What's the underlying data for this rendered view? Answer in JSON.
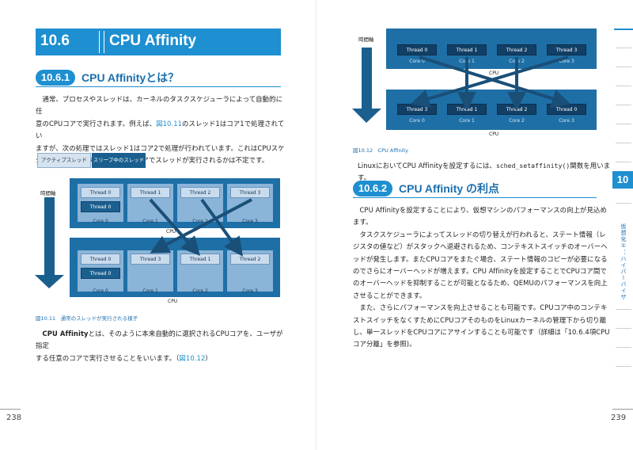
{
  "left_page": {
    "section": {
      "number": "10.6",
      "title": "CPU Affinity"
    },
    "subsection": {
      "number": "10.6.1",
      "title": "CPU Affinityとは？"
    },
    "para1": {
      "lines": [
        "通常、プロセスやスレッドは、カーネルのタスクスケジューラによって自動的に任",
        "意のCPUコアで実行されます。例えば、",
        "図10.11",
        "のスレッド1はコア1で処理されてい",
        "ますが、次の処理ではスレッド1はコア2で処理が行われています。これはCPUスケ",
        "ジューラによるものであり、どのコアでスレッドが実行されるかは不定です。"
      ]
    },
    "legend": {
      "active": "アクティブスレッド",
      "sleep": "スリープ中のスレッド"
    },
    "diagram": {
      "time_axis_label": "時間軸",
      "cpu_label": "CPU",
      "top_threads": [
        "Thread 0",
        "Thread 1",
        "Thread 2",
        "Thread 3"
      ],
      "sleeping_top": [
        "Thread 0"
      ],
      "bottom_threads": [
        "Thread 0",
        "Thread 3",
        "Thread 1",
        "Thread 2"
      ],
      "sleeping_bottom": [
        "Thread 0"
      ],
      "cores": [
        "Core 0",
        "Core 1",
        "Core 2",
        "Core 3"
      ]
    },
    "figure_caption": "図10.11　通常のスレッドが実行される様子",
    "para2": {
      "bold_term": "CPU Affinity",
      "line1_rest": "とは、そのように本来自動的に選択されるCPUコアを、ユーザが指定",
      "line2": "する任意のコアで実行させることをいいます。（",
      "link": "図10.12",
      "close": "）"
    },
    "page_number": "238"
  },
  "right_page": {
    "diagram": {
      "time_axis_label": "時間軸",
      "cpu_label": "CPU",
      "top_threads": [
        "Thread 0",
        "Thread 1",
        "Thread 2",
        "Thread 3"
      ],
      "bottom_threads": [
        "Thread 3",
        "Thread 1",
        "Thread 2",
        "Thread 0"
      ],
      "cores": [
        "Core 0",
        "Core 1",
        "Core 2",
        "Core 3"
      ]
    },
    "figure_caption": "図10.12　CPU Affinity",
    "intro": {
      "prefix": "LinuxにおいてCPU Affinityを設定するには、",
      "code": "sched_setaffinity()",
      "suffix": "関数を用います。"
    },
    "subsection": {
      "number": "10.6.2",
      "title": "CPU Affinity の利点"
    },
    "body_lines": [
      "　CPU Affinityを設定することにより、仮想マシンのパフォーマンスの向上が見込め",
      "ます。",
      "　タスクスケジューラによってスレッドの切り替えが行われると、ステート情報（レ",
      "ジスタの値など）がスタックへ退避されるため、コンテキストスイッチのオーバーヘ",
      "ッドが発生します。またCPUコアをまたぐ場合、ステート情報のコピーが必要になる",
      "のでさらにオーバーヘッドが増えます。CPU Affinityを設定することでCPUコア間で",
      "のオーバーヘッドを抑制することが可能となるため、QEMUのパフォーマンスを向上",
      "させることができます。",
      "　また、さらにパフォーマンスを向上させることも可能です。CPUコア中のコンテキ",
      "ストスイッチをなくすためにCPUコアそのものをLinuxカーネルの管理下から切り離",
      "し、単一スレッドをCPUコアにアサインすることも可能です（詳細は「10.6.4項CPU",
      "コア分離」を参照)。"
    ],
    "side": {
      "chapter": "10",
      "text": "仮想化①：ハイパーバイザ"
    },
    "page_number": "239"
  }
}
